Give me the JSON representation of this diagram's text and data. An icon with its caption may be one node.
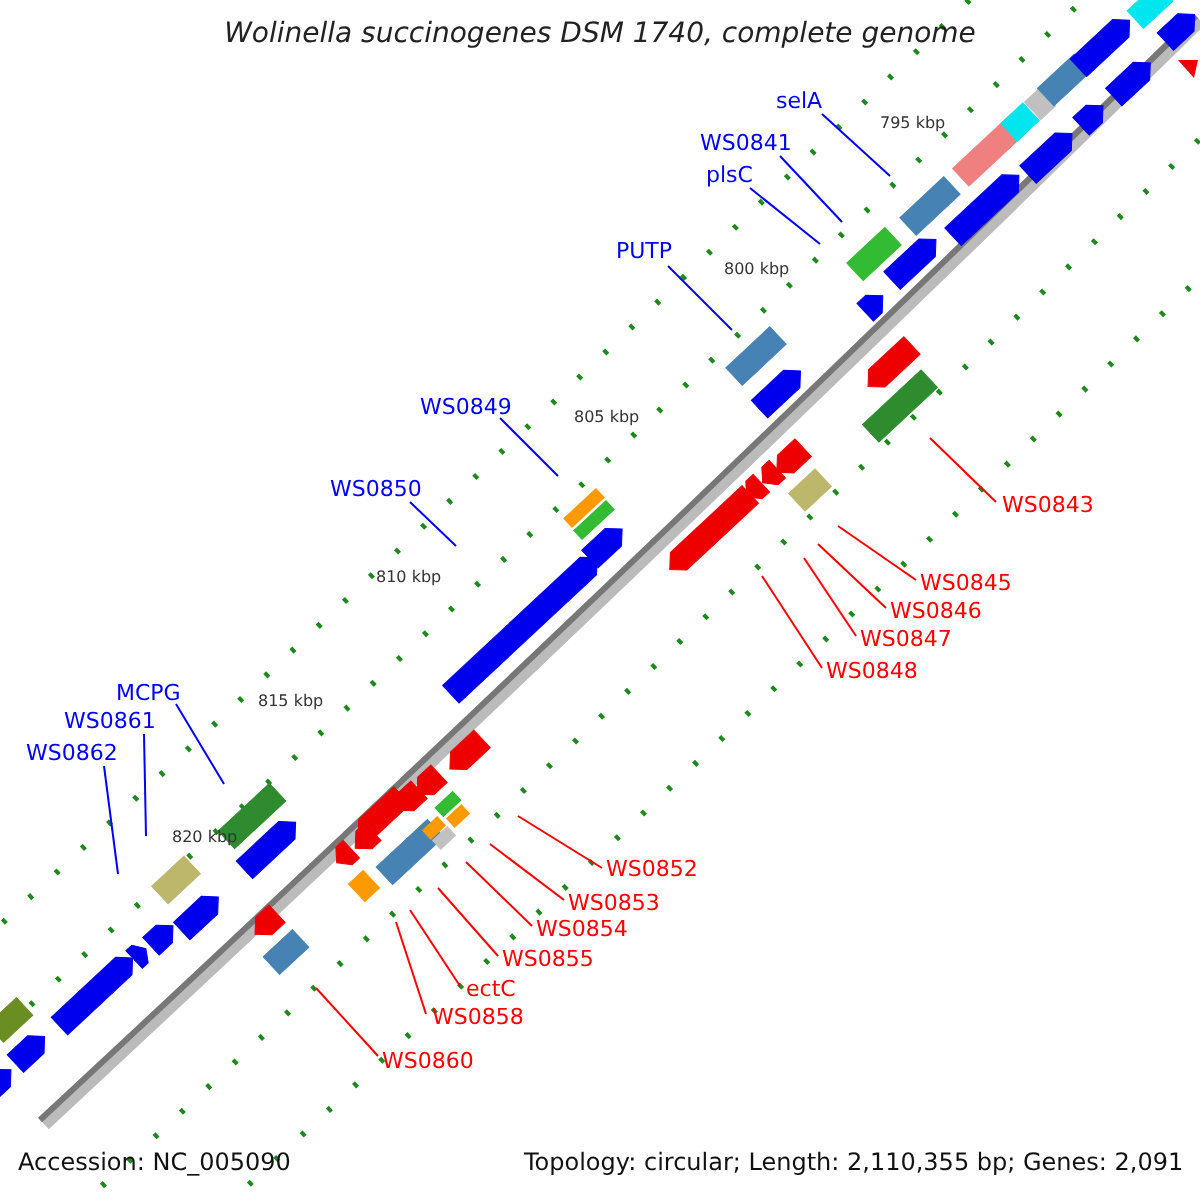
{
  "diagram": {
    "title": "Wolinella succinogenes DSM 1740, complete genome",
    "nodes": [
      {
        "text": [
          "selA"
        ]
      },
      {
        "text": [
          "WS0841"
        ]
      },
      {
        "text": [
          "plsC"
        ]
      },
      {
        "text": [
          "PUTP"
        ]
      },
      {
        "text": [
          "WS0849"
        ]
      },
      {
        "text": [
          "WS0850"
        ]
      },
      {
        "text": [
          "WS0843"
        ]
      },
      {
        "text": [
          "WS0845"
        ]
      },
      {
        "text": [
          "WS0846"
        ]
      },
      {
        "text": [
          "WS0847"
        ]
      },
      {
        "text": [
          "WS0848"
        ]
      },
      {
        "text": [
          "MCPG"
        ]
      },
      {
        "text": [
          "WS0861"
        ]
      },
      {
        "text": [
          "WS0862"
        ]
      },
      {
        "text": [
          "WS0852"
        ]
      },
      {
        "text": [
          "WS0853"
        ]
      },
      {
        "text": [
          "WS0854"
        ]
      },
      {
        "text": [
          "WS0855"
        ]
      },
      {
        "text": [
          "ectC"
        ]
      },
      {
        "text": [
          "WS0858"
        ]
      },
      {
        "text": [
          "WS0860"
        ]
      }
    ],
    "edges": [
      {
        "from": 0,
        "to": null,
        "arrow": "none",
        "color": "#0000ff"
      },
      {
        "from": 1,
        "to": null,
        "arrow": "none",
        "color": "#0000ff"
      },
      {
        "from": 2,
        "to": null,
        "arrow": "none",
        "color": "#0000ff"
      },
      {
        "from": 3,
        "to": null,
        "arrow": "none",
        "color": "#0000ff"
      },
      {
        "from": 4,
        "to": null,
        "arrow": "none",
        "color": "#0000ff"
      },
      {
        "from": 5,
        "to": null,
        "arrow": "none",
        "color": "#0000ff"
      },
      {
        "from": 6,
        "to": null,
        "arrow": "none"
      },
      {
        "from": 7,
        "to": null,
        "arrow": "none"
      },
      {
        "from": 8,
        "to": null,
        "arrow": "none"
      },
      {
        "from": 9,
        "to": null,
        "arrow": "none"
      },
      {
        "from": 10,
        "to": null,
        "arrow": "none"
      },
      {
        "from": 11,
        "to": null,
        "arrow": "none",
        "color": "#0000ff"
      },
      {
        "from": 12,
        "to": null,
        "arrow": "none",
        "color": "#0000ff"
      },
      {
        "from": 13,
        "to": null,
        "arrow": "none",
        "color": "#0000ff"
      },
      {
        "from": 14,
        "to": null,
        "arrow": "none"
      },
      {
        "from": 15,
        "to": null,
        "arrow": "none"
      },
      {
        "from": 16,
        "to": null,
        "arrow": "none"
      },
      {
        "from": 17,
        "to": null,
        "arrow": "none"
      },
      {
        "from": 18,
        "to": null,
        "arrow": "none"
      },
      {
        "from": 19,
        "to": null,
        "arrow": "none"
      },
      {
        "from": 20,
        "to": null,
        "arrow": "none"
      }
    ],
    "labels": [
      "795 kbp",
      "800 kbp",
      "805 kbp",
      "810 kbp",
      "815 kbp",
      "820 kbp",
      "Accession: NC_005090",
      "Topology: circular; Length: 2,110,355 bp; Genes: 2,091"
    ]
  }
}
